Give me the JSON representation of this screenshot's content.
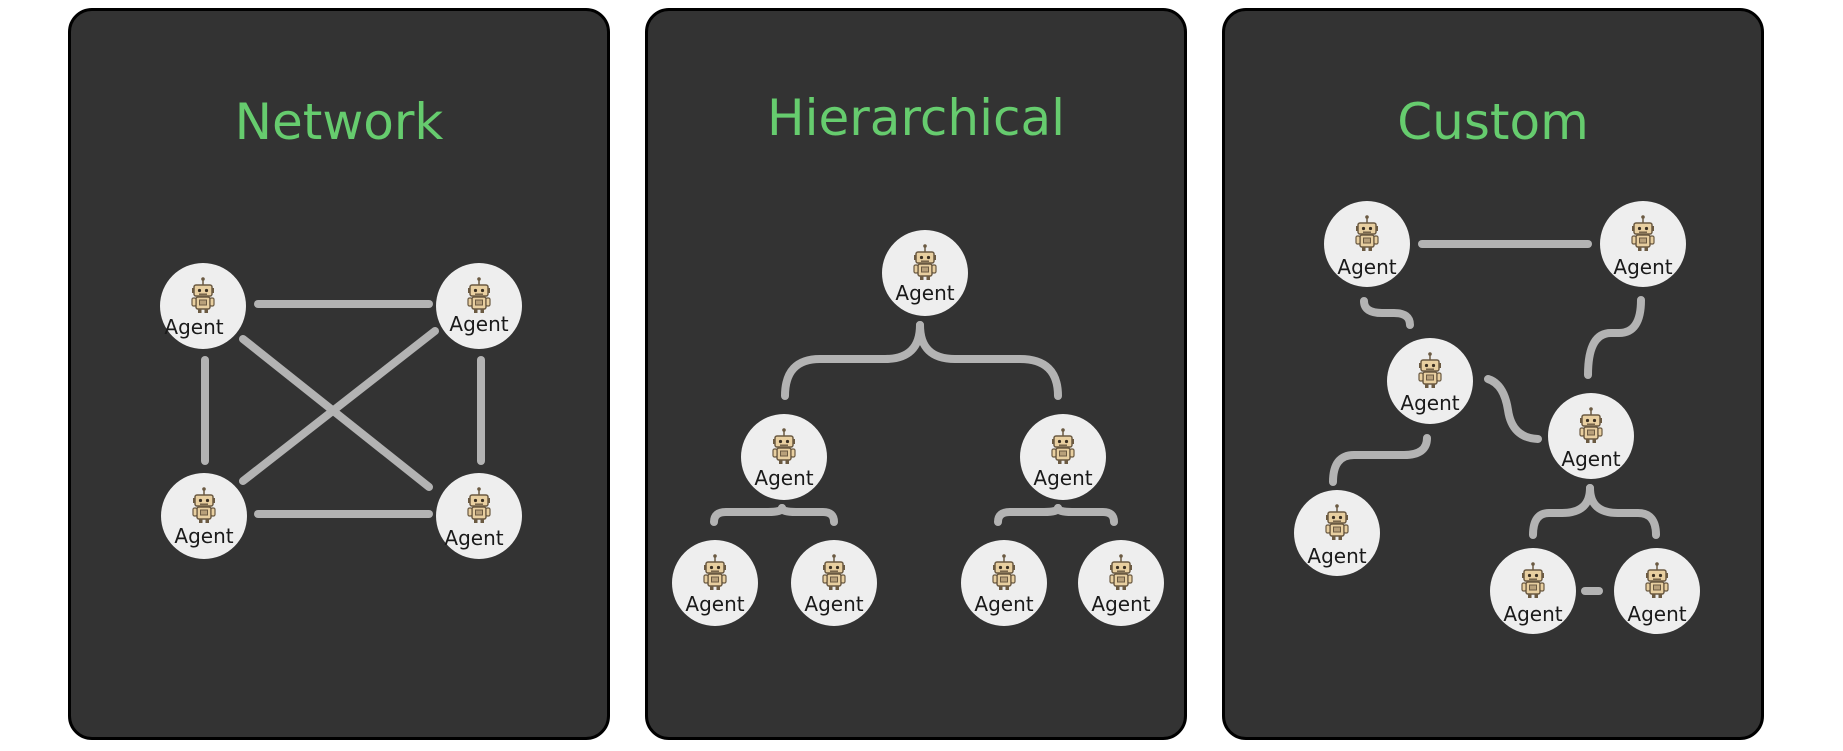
{
  "panels": [
    {
      "id": "network",
      "title": "Network",
      "nodes": [
        {
          "label": "Agent"
        },
        {
          "label": "Agent"
        },
        {
          "label": "Agent"
        },
        {
          "label": "Agent"
        }
      ]
    },
    {
      "id": "hierarchical",
      "title": "Hierarchical",
      "nodes": [
        {
          "label": "Agent"
        },
        {
          "label": "Agent"
        },
        {
          "label": "Agent"
        },
        {
          "label": "Agent"
        },
        {
          "label": "Agent"
        },
        {
          "label": "Agent"
        },
        {
          "label": "Agent"
        }
      ]
    },
    {
      "id": "custom",
      "title": "Custom",
      "nodes": [
        {
          "label": "Agent"
        },
        {
          "label": "Agent"
        },
        {
          "label": "Agent"
        },
        {
          "label": "Agent"
        },
        {
          "label": "Agent"
        },
        {
          "label": "Agent"
        },
        {
          "label": "Agent"
        }
      ]
    }
  ],
  "colors": {
    "title": "#66cc6e",
    "panel_bg": "#333333",
    "node_fill": "#eeeeee",
    "connector": "#b3b3b3"
  },
  "node_icon": "robot-icon"
}
